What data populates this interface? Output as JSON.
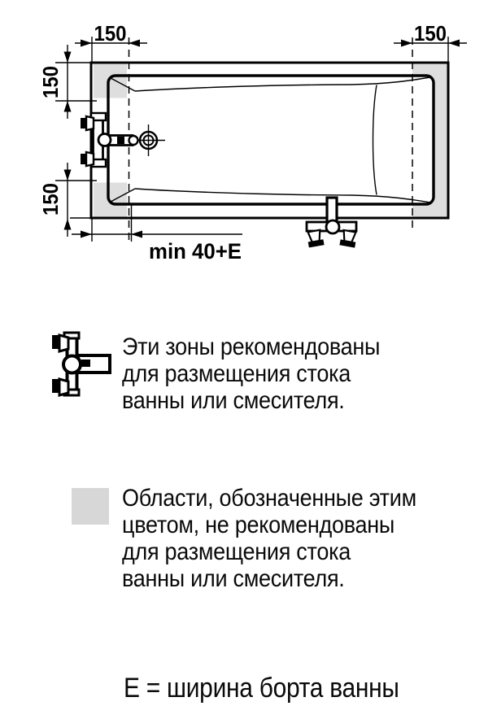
{
  "diagram": {
    "title": "bathtub-top-view-installation-drawing",
    "dimensions": {
      "top_left": "150",
      "top_right": "150",
      "left_upper": "150",
      "left_lower": "150",
      "bottom": "min 40+E"
    },
    "colors": {
      "zone_gray": "#dedede",
      "swatch_gray": "#d7d7d7",
      "line_black": "#000000",
      "background": "#ffffff"
    },
    "symbols": [
      "wall-mixer-symbol",
      "deck-mixer-symbol",
      "drain-symbol"
    ]
  },
  "legend": [
    {
      "symbol": "wall-mixer-icon",
      "lines": [
        "Эти зоны рекомендованы",
        "для размещения стока",
        "ванны или смесителя."
      ]
    },
    {
      "symbol": "gray-zone-swatch",
      "lines": [
        "Области, обозначенные этим",
        "цветом, не рекомендованы",
        "для размещения стока",
        "ванны или смесителя."
      ]
    }
  ],
  "footnote": "Е = ширина борта ванны"
}
